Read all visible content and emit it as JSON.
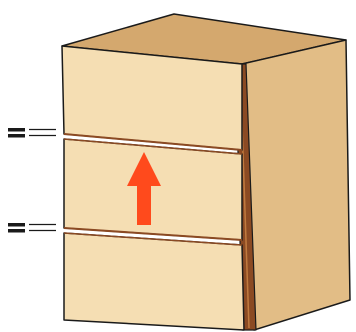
{
  "illustration": {
    "subject": "three-drawer-cabinet",
    "drawer_count": 3,
    "highlighted_drawer": 2,
    "arrow_direction": "up",
    "gap_markers": [
      "equal-gap",
      "equal-gap"
    ],
    "colors": {
      "background": "#ffffff",
      "front": "#f5deb3",
      "side": "#e2bd86",
      "top": "#d4a86e",
      "edge": "#8b4a23",
      "outline": "#1a1a1a",
      "arrow": "#ff4a1c"
    }
  }
}
